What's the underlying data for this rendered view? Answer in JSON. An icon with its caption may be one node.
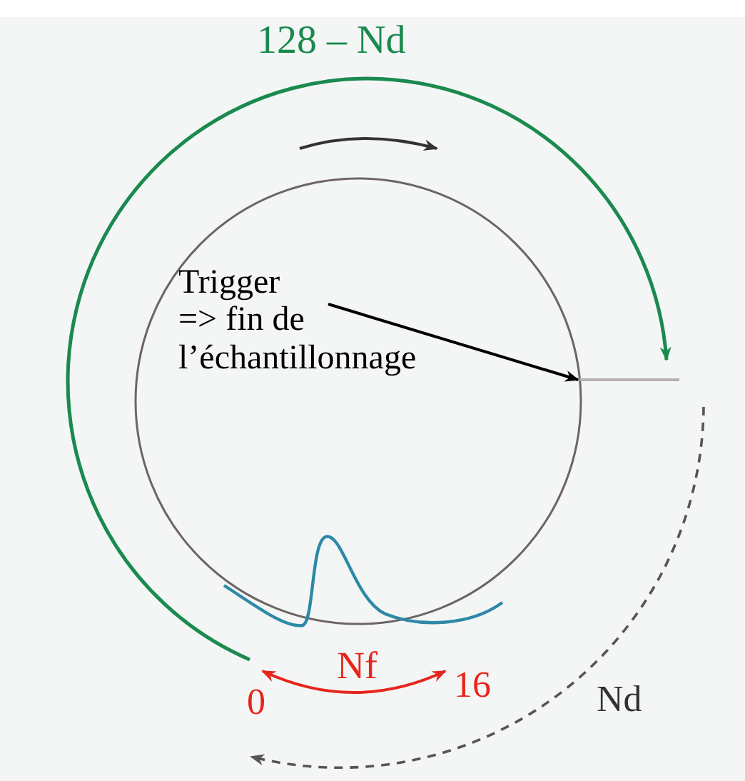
{
  "diagram": {
    "nodes": [
      {
        "text": [
          "Trigger => fin de l’échantillonnage"
        ]
      },
      {
        "text": [],
        "shape": "bar"
      }
    ],
    "edges": [
      {
        "from": 0,
        "to": 1,
        "arrow": "to"
      }
    ],
    "labels": [
      "128 – Nd",
      "Nf",
      "0",
      "16",
      "Nd"
    ]
  }
}
